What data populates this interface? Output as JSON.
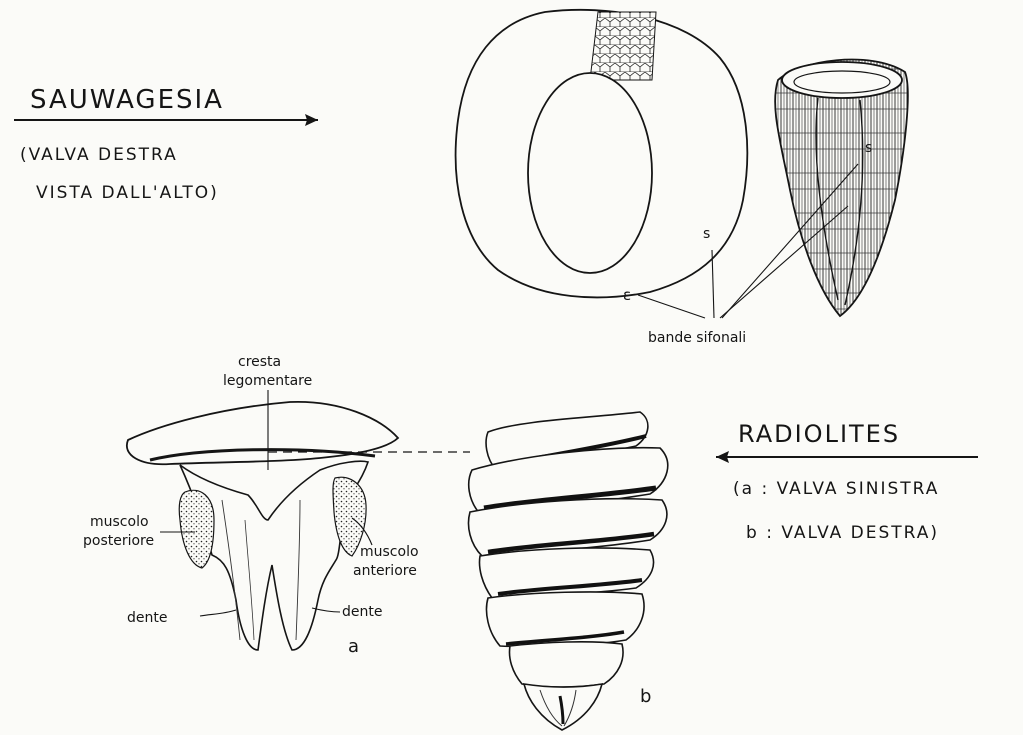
{
  "sauwagesia": {
    "title": "SAUWAGESIA",
    "caption_line1": "(VALVA DESTRA",
    "caption_line2": "VISTA DALL'ALTO)",
    "label_s_top": "s",
    "label_s_side": "s",
    "label_e": "ε",
    "label_bande": "bande sifonali"
  },
  "radiolites": {
    "title": "RADIOLITES",
    "caption_line1": "(a : VALVA SINISTRA",
    "caption_line2": "b : VALVA DESTRA)",
    "label_cresta_1": "cresta",
    "label_cresta_2": "legomentare",
    "label_muscolo_post_1": "muscolo",
    "label_muscolo_post_2": "posteriore",
    "label_muscolo_ant_1": "muscolo",
    "label_muscolo_ant_2": "anteriore",
    "label_dente_left": "dente",
    "label_dente_right": "dente",
    "label_a": "a",
    "label_b": "b"
  }
}
